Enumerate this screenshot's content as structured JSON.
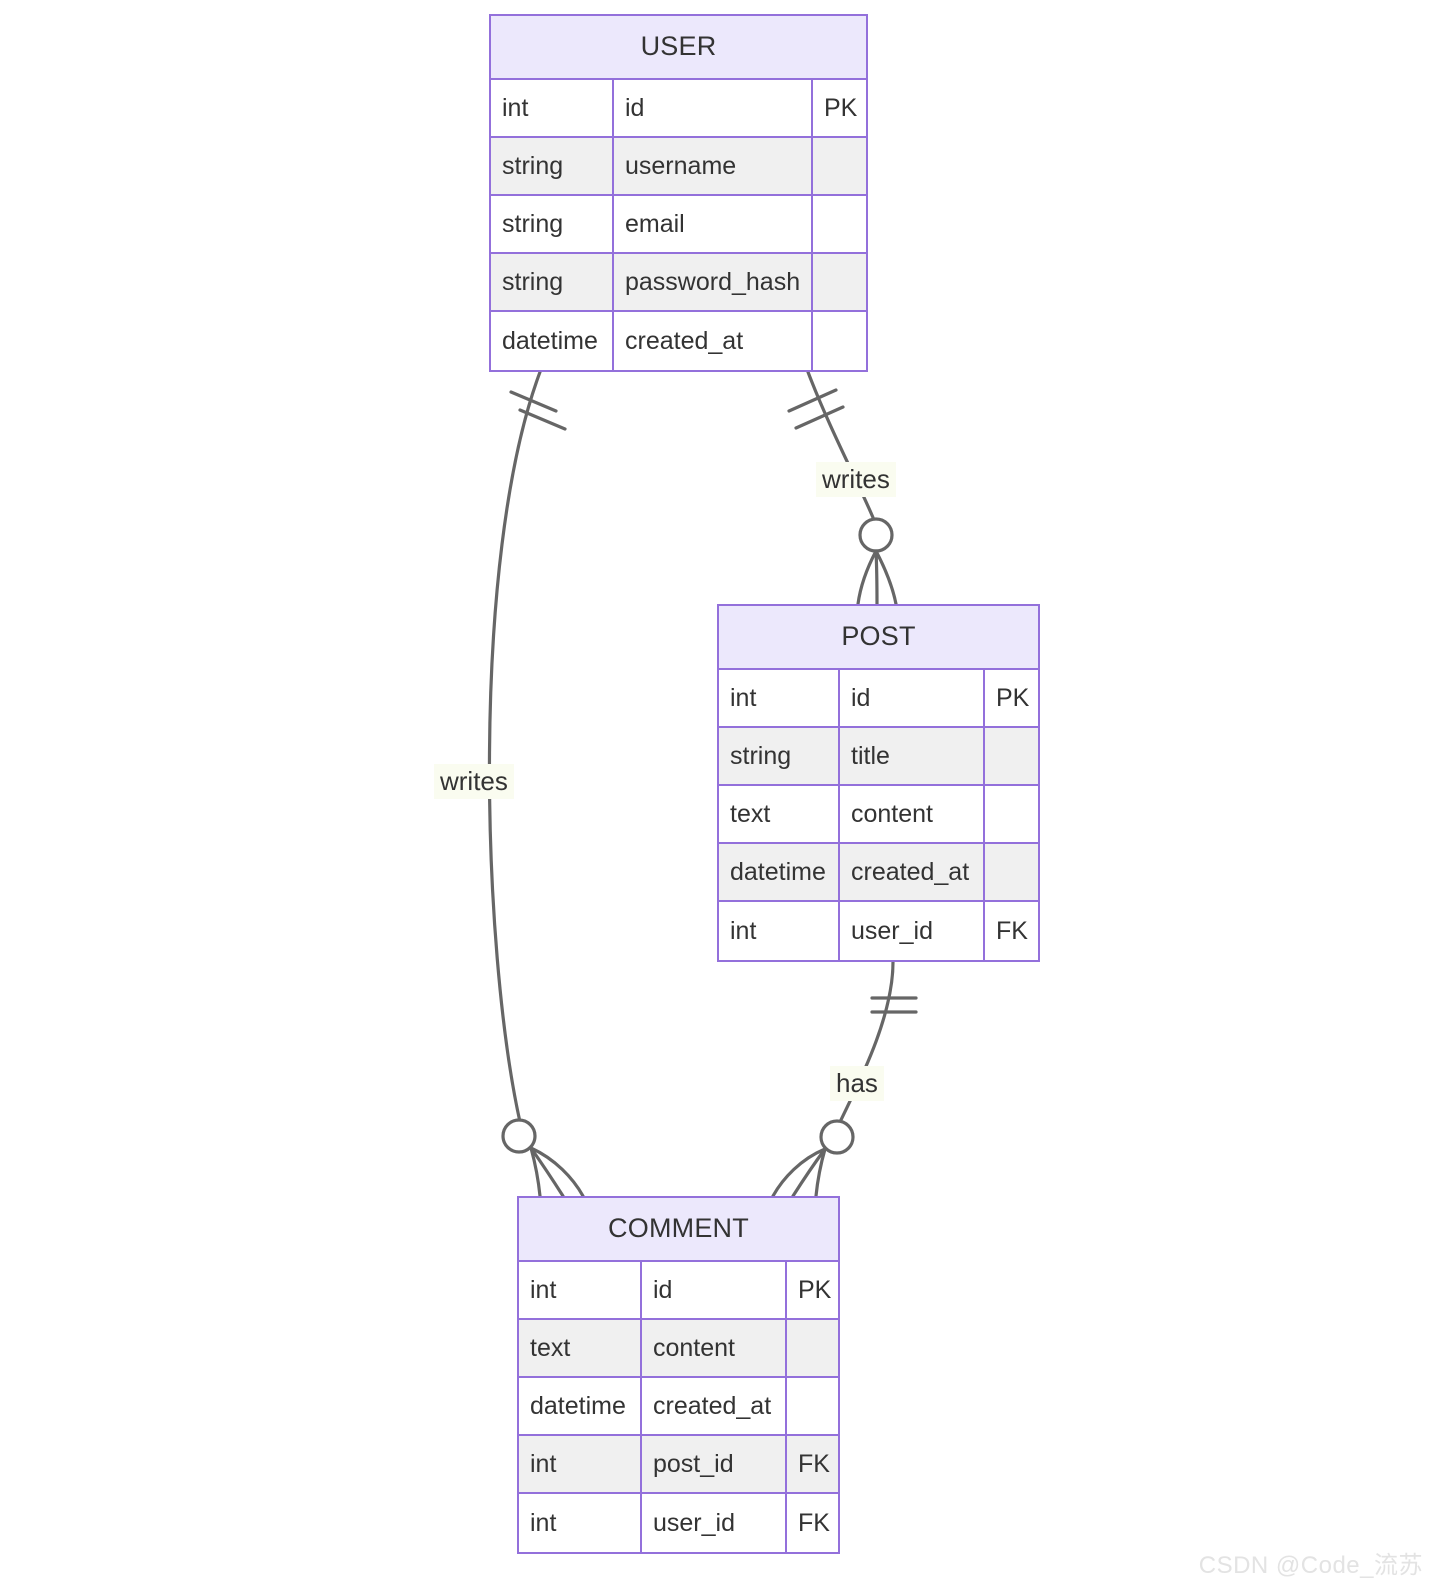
{
  "diagram": {
    "type": "entity-relationship-diagram",
    "notation": "crows-foot",
    "colors": {
      "entity_border": "#9370DB",
      "entity_header_fill": "#ECE8FC",
      "row_alt_fill": "#F0F0F0",
      "row_fill": "#FFFFFF",
      "connector": "#666666",
      "text": "#333333",
      "label_background": "#FAFCF0",
      "watermark": "#E3E3E3"
    },
    "entities": [
      {
        "id": "user",
        "name": "USER",
        "attributes": [
          {
            "type": "int",
            "name": "id",
            "key": "PK"
          },
          {
            "type": "string",
            "name": "username",
            "key": ""
          },
          {
            "type": "string",
            "name": "email",
            "key": ""
          },
          {
            "type": "string",
            "name": "password_hash",
            "key": ""
          },
          {
            "type": "datetime",
            "name": "created_at",
            "key": ""
          }
        ]
      },
      {
        "id": "post",
        "name": "POST",
        "attributes": [
          {
            "type": "int",
            "name": "id",
            "key": "PK"
          },
          {
            "type": "string",
            "name": "title",
            "key": ""
          },
          {
            "type": "text",
            "name": "content",
            "key": ""
          },
          {
            "type": "datetime",
            "name": "created_at",
            "key": ""
          },
          {
            "type": "int",
            "name": "user_id",
            "key": "FK"
          }
        ]
      },
      {
        "id": "comment",
        "name": "COMMENT",
        "attributes": [
          {
            "type": "int",
            "name": "id",
            "key": "PK"
          },
          {
            "type": "text",
            "name": "content",
            "key": ""
          },
          {
            "type": "datetime",
            "name": "created_at",
            "key": ""
          },
          {
            "type": "int",
            "name": "post_id",
            "key": "FK"
          },
          {
            "type": "int",
            "name": "user_id",
            "key": "FK"
          }
        ]
      }
    ],
    "relationships": [
      {
        "id": "user-writes-post",
        "label": "writes",
        "from": "USER",
        "to": "POST",
        "from_cardinality": "exactly-one",
        "to_cardinality": "zero-or-many"
      },
      {
        "id": "user-writes-comment",
        "label": "writes",
        "from": "USER",
        "to": "COMMENT",
        "from_cardinality": "exactly-one",
        "to_cardinality": "zero-or-many"
      },
      {
        "id": "post-has-comment",
        "label": "has",
        "from": "POST",
        "to": "COMMENT",
        "from_cardinality": "exactly-one",
        "to_cardinality": "zero-or-many"
      }
    ]
  },
  "watermark": {
    "text": "CSDN @Code_流苏"
  }
}
